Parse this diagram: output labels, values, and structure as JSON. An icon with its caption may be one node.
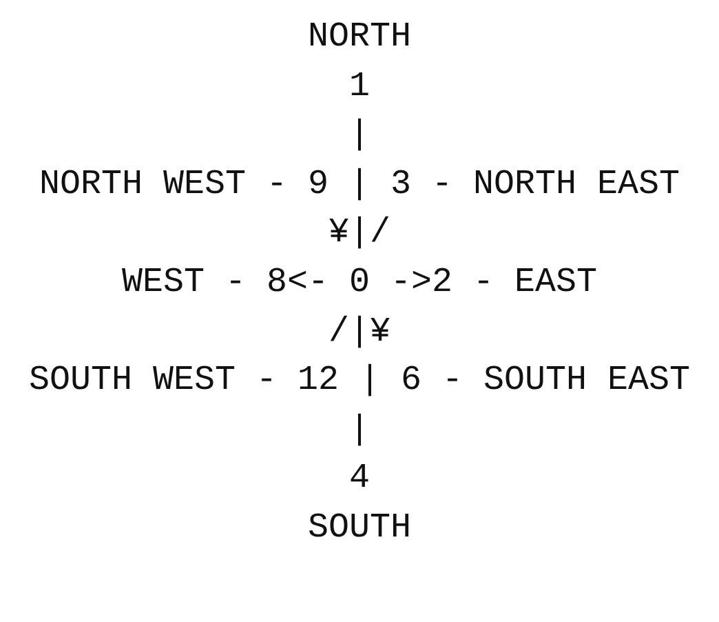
{
  "diagram": {
    "labels": [
      "NORTH",
      "1",
      "|",
      "NORTH WEST - 9 | 3 - NORTH EAST",
      "¥|/",
      "WEST - 8<- 0 ->2 - EAST",
      "/|¥",
      "SOUTH WEST - 12 | 6 - SOUTH EAST",
      "|",
      "4",
      "SOUTH"
    ]
  }
}
